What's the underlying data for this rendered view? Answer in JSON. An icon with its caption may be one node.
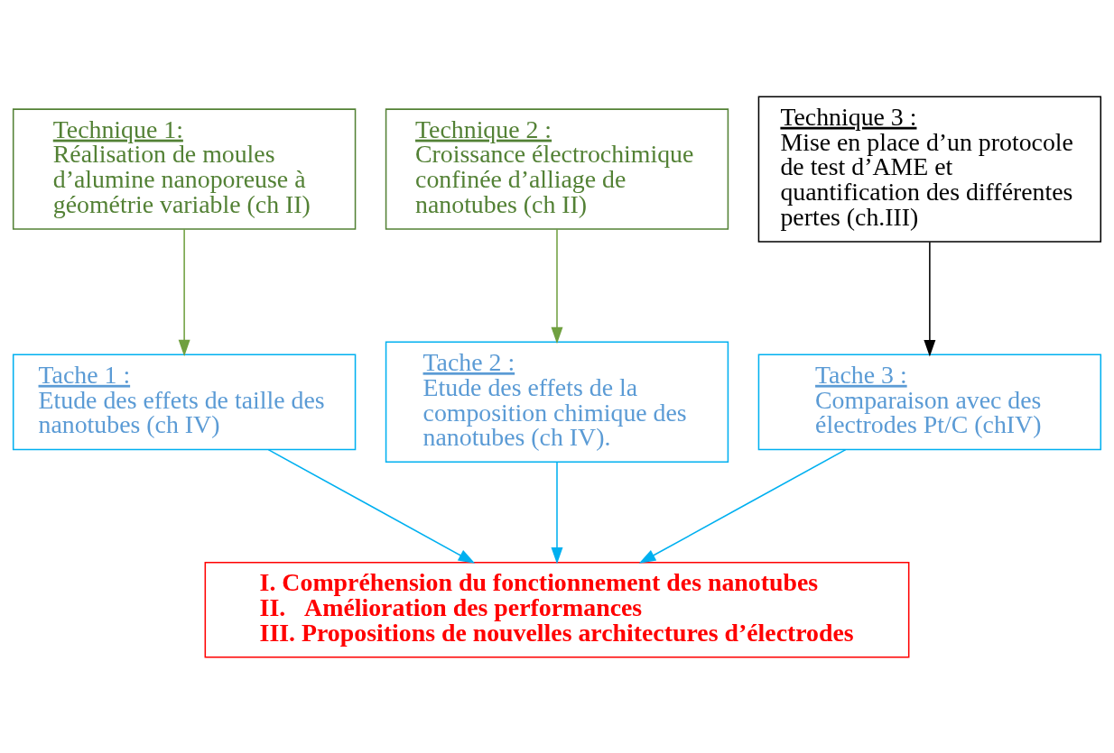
{
  "diagram": {
    "nodes": [
      {
        "text": [
          "Technique 1:",
          "Réalisation de moules d’alumine nanoporeuse à géométrie variable (ch II)"
        ]
      },
      {
        "text": [
          "Technique 2 :",
          "Croissance électrochimique confinée d’alliage de nanotubes (ch II)"
        ]
      },
      {
        "text": [
          "Technique 3 :",
          "Mise en place d’un protocole de test d’AME et quantification des différentes pertes (ch.III)"
        ]
      },
      {
        "text": [
          "Tache 1 :",
          "Etude des effets de taille des nanotubes (ch IV)"
        ]
      },
      {
        "text": [
          "Tache 2 :",
          "Etude des effets de la composition chimique des nanotubes (ch IV)."
        ]
      },
      {
        "text": [
          "Tache 3 :",
          "Comparaison avec des électrodes Pt/C (chIV)"
        ]
      },
      {
        "text": [
          "I. Compréhension du fonctionnement des nanotubes",
          "II.   Amélioration des performances",
          "III. Propositions de nouvelles architectures d’électrodes"
        ]
      }
    ],
    "edges": [
      {
        "from": 0,
        "to": 3,
        "arrow": "to",
        "color": "#70a040"
      },
      {
        "from": 1,
        "to": 4,
        "arrow": "to",
        "color": "#70a040"
      },
      {
        "from": 2,
        "to": 5,
        "arrow": "to",
        "color": "#000000"
      },
      {
        "from": 3,
        "to": 6,
        "arrow": "to"
      },
      {
        "from": 4,
        "to": 6,
        "arrow": "to"
      },
      {
        "from": 5,
        "to": 6,
        "arrow": "to"
      }
    ]
  }
}
